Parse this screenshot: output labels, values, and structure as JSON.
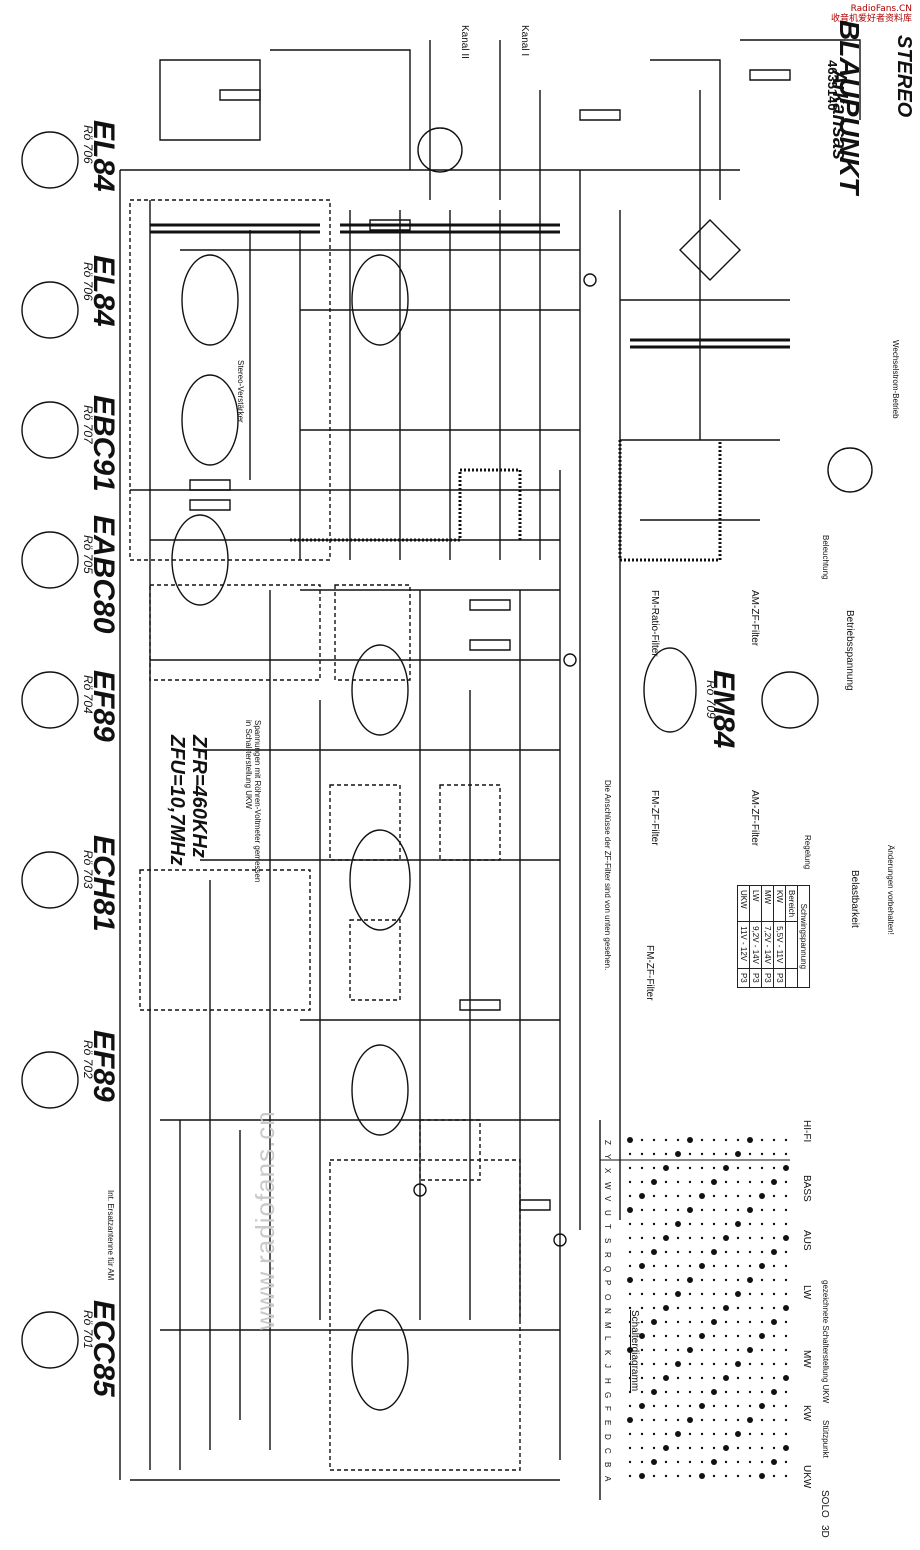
{
  "watermark": {
    "line1": "RadioFans.CN",
    "line2": "收音机爱好者资料库",
    "center": "www.radiofans.cn"
  },
  "brand": {
    "name": "BLAUPUNKT",
    "model_name": "Arkansas",
    "model_number": "4635140",
    "variant": "STEREO"
  },
  "tubes": [
    {
      "name": "ECC85",
      "ref": "Rö 701"
    },
    {
      "name": "EF89",
      "ref": "Rö 702"
    },
    {
      "name": "ECH81",
      "ref": "Rö 703"
    },
    {
      "name": "EF89",
      "ref": "Rö 704"
    },
    {
      "name": "EABC80",
      "ref": "Rö 705"
    },
    {
      "name": "EBC91",
      "ref": "Rö 707"
    },
    {
      "name": "EL84",
      "ref": "Rö 706"
    },
    {
      "name": "EL84",
      "ref": "Rö 706"
    },
    {
      "name": "EM84",
      "ref": "Rö 709"
    }
  ],
  "if_freq": {
    "am": "ZFR=460KHz",
    "fm": "ZFU=10,7MHz"
  },
  "measure_note": "Spannungen mit Röhren-Voltmeter gemessen in Schal-terstellung UKW",
  "labels": {
    "kanal_1": "Kanal I",
    "kanal_2": "Kanal II",
    "stereo_verstaerker": "Stereo-Verstärker",
    "schalterdiagramm": "Schalterdiagramm",
    "switch_note": "gezeichnete Schalterstellung UKW",
    "stuetzpunkt": "Stützpunkt",
    "ersatzantenne": "Int. Ersatzantenne für AM",
    "filter_note": "Die Anschlüsse der ZF-Filter sind von unten gesehen.",
    "belastbarkeit": "Belastbarkeit",
    "aenderungen": "Änderungen vorbehalten!",
    "betriebsspannung": "Betriebsspannung",
    "wechselstrom": "Wechselstrom-Betrieb",
    "beleuchtung": "Beleuchtung",
    "regelung": "Regelung"
  },
  "filters": [
    {
      "title": "FM-Ratio-Filter"
    },
    {
      "title": "AM-ZF-Filter"
    },
    {
      "title": "FM-ZF-Filter"
    },
    {
      "title": "AM-ZF-Filter"
    },
    {
      "title": "FM-ZF-Filter"
    }
  ],
  "osc_table": {
    "title": "Schwingspannung",
    "headers": [
      "Bereich",
      "",
      ""
    ],
    "rows": [
      [
        "KW",
        "5,5V - 11V",
        "P3"
      ],
      [
        "MW",
        "7,2V - 14V",
        "P3"
      ],
      [
        "LW",
        "9,2V - 14V",
        "P3"
      ],
      [
        "UKW",
        "11V - 12V",
        "P3"
      ]
    ]
  },
  "switch_bands": [
    "UKW",
    "KW",
    "MW",
    "LW",
    "AUS",
    "BASS",
    "HI-FI"
  ],
  "switch_rows": [
    "Z",
    "Y",
    "X",
    "W",
    "V",
    "U",
    "T",
    "S",
    "R",
    "Q",
    "P",
    "O",
    "N",
    "M",
    "L",
    "K",
    "J",
    "H",
    "G",
    "F",
    "E",
    "D",
    "C",
    "B",
    "A"
  ],
  "switch_modes": [
    "SOLO",
    "3D"
  ],
  "colors": {
    "ink": "#111111",
    "paper": "#ffffff",
    "watermark": "#b00000"
  }
}
